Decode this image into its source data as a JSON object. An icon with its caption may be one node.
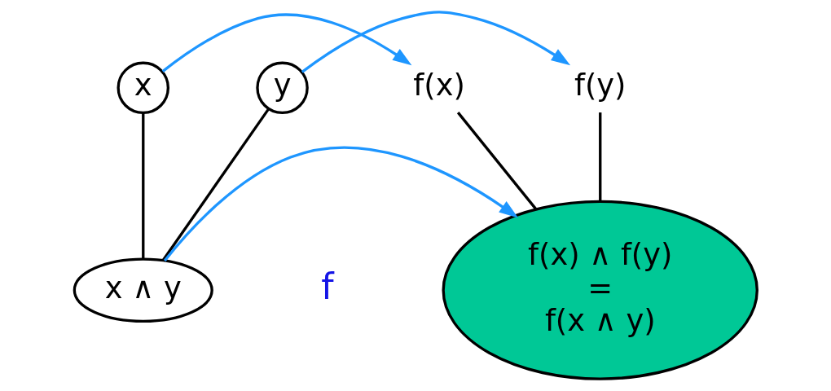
{
  "diagram": {
    "nodes": [
      {
        "text": [
          "x"
        ]
      },
      {
        "text": [
          "y"
        ]
      },
      {
        "text": [
          "x ∧ y"
        ]
      },
      {
        "text": [
          "f(x)"
        ]
      },
      {
        "text": [
          "f(y)"
        ]
      },
      {
        "text": [
          "f(x) ∧ f(y) = f(x ∧ y)"
        ]
      }
    ],
    "edges": [
      {
        "from": 0,
        "to": 2,
        "arrow": "none"
      },
      {
        "from": 1,
        "to": 2,
        "arrow": "none"
      },
      {
        "from": 3,
        "to": 5,
        "arrow": "none"
      },
      {
        "from": 4,
        "to": 5,
        "arrow": "none"
      },
      {
        "from": 0,
        "to": 3,
        "arrow": "to",
        "color": "#1e96ff"
      },
      {
        "from": 1,
        "to": 4,
        "arrow": "to",
        "color": "#1e96ff"
      },
      {
        "from": 2,
        "to": 5,
        "arrow": "to",
        "color": "#1e96ff"
      }
    ],
    "labels": [
      "f"
    ]
  }
}
